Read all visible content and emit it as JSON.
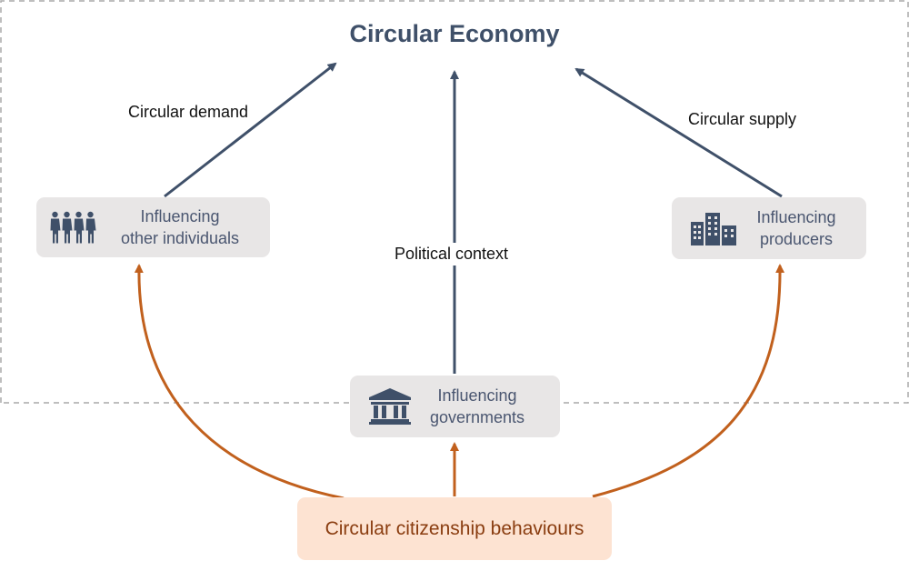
{
  "title": "Circular Economy",
  "labels": {
    "circular_demand": "Circular demand",
    "circular_supply": "Circular supply",
    "political_context": "Political context"
  },
  "boxes": {
    "individuals": {
      "line1": "Influencing",
      "line2": "other individuals",
      "icon": "people-icon"
    },
    "producers": {
      "line1": "Influencing",
      "line2": "producers",
      "icon": "buildings-icon"
    },
    "governments": {
      "line1": "Influencing",
      "line2": "governments",
      "icon": "government-building-icon"
    }
  },
  "base": {
    "label": "Circular citizenship behaviours"
  },
  "colors": {
    "navy": "#3f5069",
    "orange": "#c1601d",
    "box_gray": "#e8e6e6",
    "box_peach": "#fde3d2",
    "dashed_border": "#a8a8a8"
  }
}
